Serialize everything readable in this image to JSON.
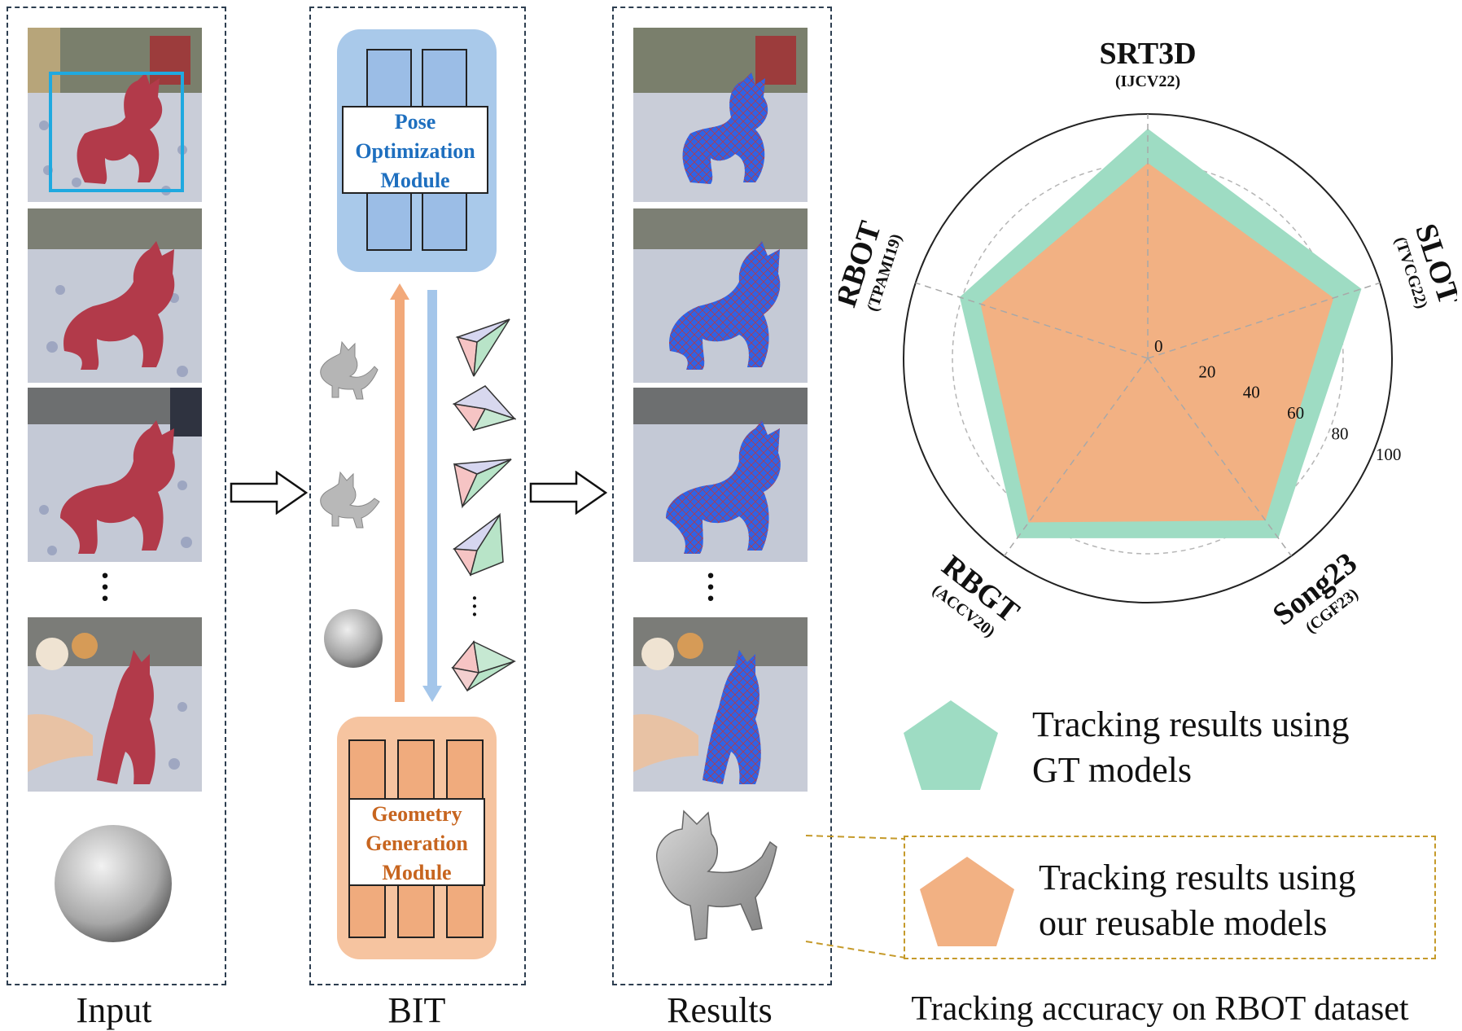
{
  "captions": {
    "input": "Input",
    "bit": "BIT",
    "results": "Results",
    "accuracy": "Tracking accuracy on RBOT dataset"
  },
  "modules": {
    "pose": [
      "Pose",
      "Optimization",
      "Module"
    ],
    "geometry": [
      "Geometry",
      "Generation",
      "Module"
    ]
  },
  "legend": {
    "gt": [
      "Tracking results using",
      "GT models"
    ],
    "ours": [
      "Tracking results using",
      "our reusable models"
    ]
  },
  "colors": {
    "gt": "#9edcc3",
    "ours": "#f2b183",
    "pose_module": "#a9c9ea",
    "geometry_module": "#f6c4a0",
    "bbox": "#1fa9e0",
    "pose_text": "#1e6fbf",
    "geometry_text": "#c7651f",
    "cat_red": "#b23a4a",
    "mesh_blue": "#2e63e6"
  },
  "chart_data": {
    "type": "radar",
    "axes": [
      {
        "name": "SRT3D",
        "venue": "(IJCV22)"
      },
      {
        "name": "SLOT",
        "venue": "(TVCG22)"
      },
      {
        "name": "Song23",
        "venue": "(CGF23)"
      },
      {
        "name": "RBGT",
        "venue": "(ACCV20)"
      },
      {
        "name": "RBOT",
        "venue": "(TPAMI19)"
      }
    ],
    "rlim": [
      0,
      100
    ],
    "ticks": [
      "0",
      "20",
      "40",
      "60",
      "80",
      "100"
    ],
    "series": [
      {
        "key": "gt",
        "values": [
          94,
          92,
          91,
          91,
          81
        ]
      },
      {
        "key": "ours",
        "values": [
          80,
          80,
          82,
          83,
          72
        ]
      }
    ]
  }
}
